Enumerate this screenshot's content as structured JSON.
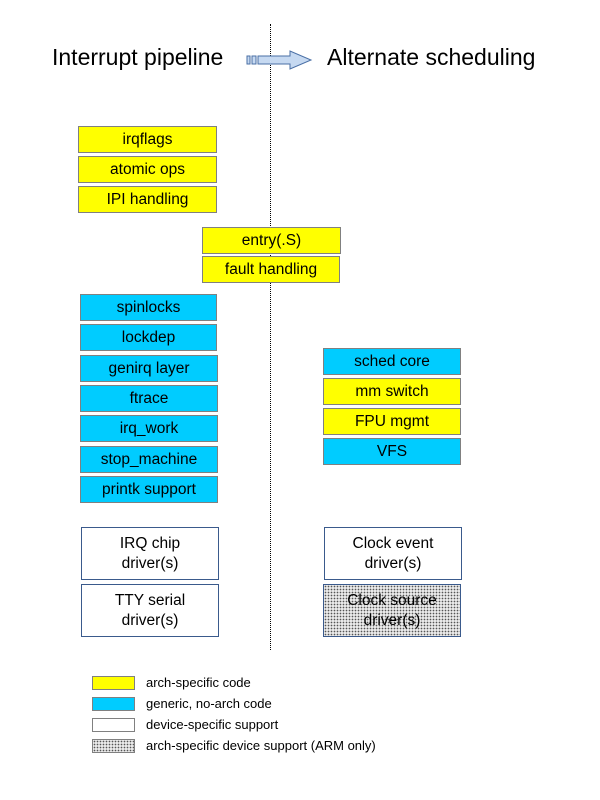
{
  "headings": {
    "left": "Interrupt pipeline",
    "right": "Alternate scheduling"
  },
  "colors": {
    "arch_specific": "#ffff00",
    "generic": "#00ccff",
    "device": "#ffffff",
    "box_border": "#808080",
    "device_border": "#3a5a8c",
    "arrow_fill": "#c6d9f1",
    "arrow_stroke": "#4a6fa5"
  },
  "boxes": {
    "irqflags": "irqflags",
    "atomic_ops": "atomic ops",
    "ipi_handling": "IPI handling",
    "entry": "entry(.S)",
    "fault_handling": "fault handling",
    "spinlocks": "spinlocks",
    "lockdep": "lockdep",
    "genirq_layer": "genirq layer",
    "ftrace": "ftrace",
    "irq_work": "irq_work",
    "stop_machine": "stop_machine",
    "printk_support": "printk support",
    "sched_core": "sched core",
    "mm_switch": "mm switch",
    "fpu_mgmt": "FPU mgmt",
    "vfs": "VFS",
    "irq_chip_line1": "IRQ chip",
    "irq_chip_line2": "driver(s)",
    "tty_serial_line1": "TTY serial",
    "tty_serial_line2": "driver(s)",
    "clock_event_line1": "Clock event",
    "clock_event_line2": "driver(s)",
    "clock_source_line1": "Clock source",
    "clock_source_line2": "driver(s)"
  },
  "legend": [
    {
      "label": "arch-specific code",
      "style": "arch"
    },
    {
      "label": "generic, no-arch code",
      "style": "generic"
    },
    {
      "label": "device-specific support",
      "style": "device"
    },
    {
      "label": "arch-specific device support (ARM only)",
      "style": "armdev"
    }
  ]
}
